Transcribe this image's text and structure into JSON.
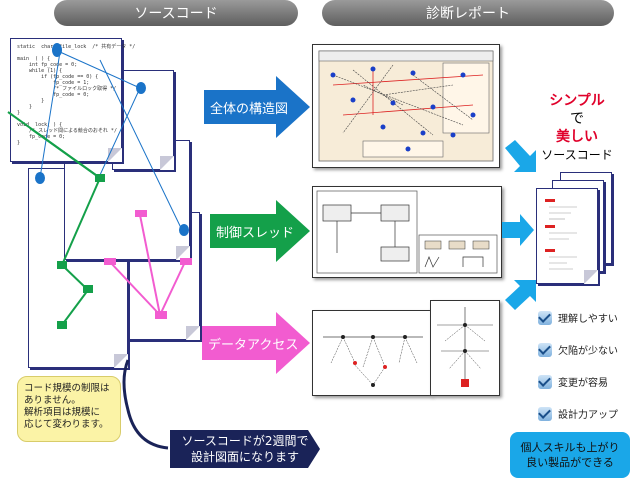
{
  "headers": {
    "source": "ソースコード",
    "report": "診断レポート"
  },
  "arrows": {
    "structure": "全体の構造図",
    "thread": "制御スレッド",
    "data": "データアクセス"
  },
  "code_snippet": [
    "static  char  file_lock  /* 共有データ */",
    "",
    "main  ( ) {",
    "    int fp_code = 0;",
    "    while (1) {",
    "        if (fp_code == 0) {",
    "            fp_code = 1;",
    "            /* ファイルロック取得 */",
    "            fp_code = 0;",
    "        }",
    "    }",
    "}",
    "",
    "void  lock( ) {",
    "    /* スレッド間による競合のおそれ */",
    "    fp_code = 0;",
    "}"
  ],
  "note": {
    "line1": "コード規模の制限は",
    "line2": "ありません。",
    "line3": "解析項目は規模に",
    "line4": "応じて変わります。"
  },
  "navy_text": {
    "line1": "ソースコードが2週間で",
    "line2": "設計図面になります"
  },
  "simple": {
    "red1": "シンプル",
    "mid": "で",
    "red2": "美しい",
    "tail": "ソースコード"
  },
  "checks": [
    "理解しやすい",
    "欠陥が少ない",
    "変更が容易",
    "設計力アップ"
  ],
  "bubble": {
    "line1": "個人スキルも上がり",
    "line2": "良い製品ができる"
  },
  "colors": {
    "blue": "#1a73c8",
    "green": "#14a04a",
    "pink": "#f25cd0",
    "navy": "#1a2358",
    "cyan": "#1aa7e8",
    "red": "#e0002a"
  }
}
